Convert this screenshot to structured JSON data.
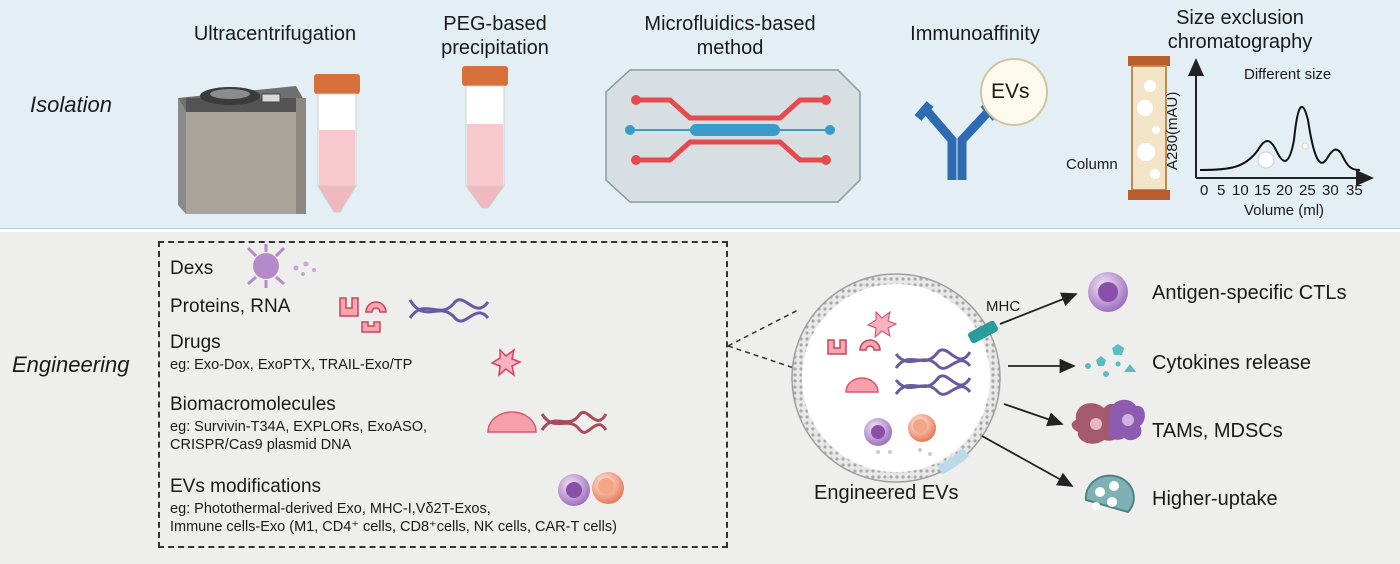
{
  "isolation": {
    "label": "Isolation",
    "methods": [
      {
        "name": "Ultracentrifugation"
      },
      {
        "name": "PEG-based\nprecipitation"
      },
      {
        "name": "Microfluidics-based\nmethod"
      },
      {
        "name": "Immunoaffinity"
      },
      {
        "name": "Size exclusion\nchromatography"
      }
    ],
    "evs_label": "EVs",
    "column_label": "Column",
    "sec_chart": {
      "annotation": "Different size",
      "ylabel": "A280(mAU)",
      "xlabel": "Volume (ml)",
      "ticks": [
        "0",
        "5",
        "10",
        "15",
        "20",
        "25",
        "30",
        "35"
      ]
    }
  },
  "engineering": {
    "label": "Engineering",
    "items": [
      {
        "heading": "Dexs"
      },
      {
        "heading": "Proteins, RNA"
      },
      {
        "heading": "Drugs",
        "eg": [
          "eg: Exo-Dox, ExoPTX, TRAIL-Exo/TP"
        ]
      },
      {
        "heading": "Biomacromolecules",
        "eg": [
          "eg: Survivin-T34A, EXPLORs, ExoASO,",
          "CRISPR/Cas9 plasmid DNA"
        ]
      },
      {
        "heading": "EVs modifications",
        "eg": [
          "eg: Photothermal-derived Exo, MHC-I,Vδ2T-Exos,",
          "Immune cells-Exo (M1, CD4⁺ cells, CD8⁺cells, NK cells, CAR-T cells)"
        ]
      }
    ],
    "ev_label": "Engineered EVs",
    "mhc_label": "MHC",
    "outcomes": [
      {
        "label": "Antigen-specific CTLs"
      },
      {
        "label": "Cytokines release"
      },
      {
        "label": "TAMs, MDSCs"
      },
      {
        "label": "Higher-uptake"
      }
    ]
  }
}
